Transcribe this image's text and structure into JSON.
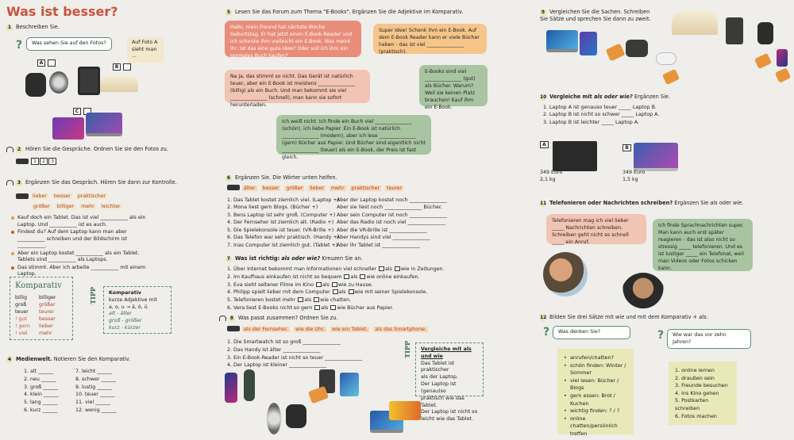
{
  "title": "Was ist besser?",
  "s1": {
    "num": "1",
    "text": "Beschreiben Sie.",
    "bubble_left": "Was sehen Sie auf den Fotos?",
    "bubble_right": "Auf Foto A sieht man ...",
    "labelA": "A",
    "labelB": "B",
    "labelC": "C"
  },
  "s2": {
    "num": "2",
    "text": "Hören Sie die Gespräche. Ordnen Sie sie den Fotos zu.",
    "n1": "1",
    "n2": "2",
    "n3": "3"
  },
  "s3": {
    "num": "3",
    "text": "Ergänzen Sie das Gespräch. Hören Sie dann zur Kontrolle.",
    "words": [
      "lieber",
      "besser",
      "praktischer",
      "größer",
      "billiger",
      "mehr",
      "leichter"
    ],
    "lines": [
      "Kauf doch ein Tablet. Das ist viel ___________ als ein Laptop. Und ___________ ist es auch.",
      "Findest du? Auf dem Laptop kann man aber ___________ schreiben und der Bildschirm ist ___________.",
      "Aber ein Laptop kostet ___________ als ein Tablet. Tablets sind ___________ als Laptops.",
      "Das stimmt. Aber ich arbeite ___________ mit einem Laptop."
    ]
  },
  "komp": {
    "title": "Komparativ",
    "rows": [
      [
        "billig",
        "billiger"
      ],
      [
        "groß",
        "größer"
      ],
      [
        "teuer",
        "teurer"
      ],
      [
        "! gut",
        "besser"
      ],
      [
        "! gern",
        "lieber"
      ],
      [
        "! viel",
        "mehr"
      ]
    ]
  },
  "tipp1": {
    "tag": "TIPP",
    "head": "Komparativ",
    "l1": "kurze Adjektive mit",
    "l2": "a, o, u → ä, ö, ü",
    "l3": "alt - älter",
    "l4": "groß - größer",
    "l5": "kurz - kürzer"
  },
  "s4": {
    "num": "4",
    "head": "Medienwelt.",
    "text": "Notieren Sie den Komparativ.",
    "col1": [
      "1. alt ______",
      "2. neu ______",
      "3. groß ______",
      "4. klein ______",
      "5. lang ______",
      "6. kurz ______"
    ],
    "col2": [
      "7. leicht ______",
      "8. schwer ______",
      "9. lustig ______",
      "10. teuer ______",
      "11. viel ______",
      "12. wenig ______"
    ]
  },
  "s5": {
    "num": "5",
    "text": "Lesen Sie das Forum zum Thema \"E-Books\". Ergänzen Sie die Adjektive im Komparativ.",
    "b1": "Hallo, mein Freund hat nächste Woche Geburtstag. Er hat jetzt einen E-Book-Reader und ich schenke ihm vielleicht ein E-Book. Was meint ihr: Ist das eine gute Idee? Oder soll ich ihm ein normales Buch kaufen?",
    "b2": "Super Idee! Schenk ihm ein E-Book. Auf dem E-Book Reader kann er viele Bücher haben - das ist viel _______________ (praktisch).",
    "b3": "Na ja, das stimmt so nicht. Das Gerät ist natürlich teuer, aber ein E-Book ist meistens _______________ (billig) als ein Buch. Und man bekommt sie viel _______________ (schnell), man kann sie sofort herunterladen.",
    "b4": "E-Books sind viel _______________ (gut) als Bücher. Warum? Weil sie keinen Platz brauchen! Kauf ihm ein E-Book.",
    "b5": "Ich weiß nicht. Ich finde ein Buch viel _______________ (schön), ich liebe Papier. Ein E-Book ist natürlich _______________ (modern), aber ich lese _______________ (gern) Bücher aus Papier. Und Bücher sind eigentlich nicht _______________ (teuer) als ein E-Book, der Preis ist fast gleich."
  },
  "s6": {
    "num": "6",
    "text": "Ergänzen Sie. Die Wörter unten helfen.",
    "words": [
      "älter",
      "besser",
      "größer",
      "lieber",
      "mehr",
      "praktischer",
      "teurer"
    ],
    "left": [
      "1. Das Tablet kostet ziemlich viel. (Laptop +)",
      "2. Mona liest gern Blogs. (Bücher +)",
      "3. Bens Laptop ist sehr groß. (Computer +)",
      "4. Der Fernseher ist ziemlich alt. (Radio +)",
      "5. Die Spielekonsole ist teuer. (VR-Brille +)",
      "6. Das Telefon war sehr praktisch. (Handy +)",
      "7. Inas Computer ist ziemlich gut. (Tablet +)"
    ],
    "right": [
      "Aber der Laptop kostet noch _______________",
      "Aber sie liest noch _______________ Bücher.",
      "Aber sein Computer ist noch _______________",
      "Aber das Radio ist noch viel _______________",
      "Aber die VR-Brille ist _______________",
      "Aber Handys sind viel _______________",
      "Aber ihr Tablet ist _______________"
    ]
  },
  "s7": {
    "num": "7",
    "head": "Was ist richtig:",
    "head_i": "als oder wie?",
    "text": "Kreuzen Sie an.",
    "lines": [
      [
        "1. Über Internet bekommt man Informationen viel schneller",
        "als",
        "wie in Zeitungen."
      ],
      [
        "2. Im Kaufhaus einkaufen ist nicht so bequem",
        "als",
        "wie online einkaufen."
      ],
      [
        "3. Eva sieht seltener Filme im Kino",
        "als",
        "wie zu Hause."
      ],
      [
        "4. Philipp spielt lieber mit dem Computer",
        "als",
        "wie mit seiner Spielekonsole."
      ],
      [
        "5. Telefonieren kostet mehr",
        "als",
        "wie chatten."
      ],
      [
        "6. Vera liest E-Books nicht so gern",
        "als",
        "wie Bücher aus Papier."
      ]
    ]
  },
  "s8": {
    "num": "8",
    "text": "Was passt zusammen? Ordnen Sie zu.",
    "words": [
      "als der Fernseher.",
      "wie die Uhr.",
      "wie ein Tablet.",
      "als das Smartphone."
    ],
    "lines": [
      "1. Die Smartwatch ist so groß _______________",
      "2. Das Handy ist älter _______________",
      "3. Ein E-Book-Reader ist nicht so teuer _______________",
      "4. Der Laptop ist kleiner _______________"
    ]
  },
  "tipp2": {
    "tag": "TIPP",
    "l1": "Vergleiche mit als und wie",
    "l2": "Das Tablet ist praktischer",
    "l3": "als der Laptop.",
    "l4": "Der Laptop ist (genau)so",
    "l5": "praktisch wie das Tablet.",
    "l6": "Der Laptop ist nicht so",
    "l7": "leicht wie das Tablet."
  },
  "s9": {
    "num": "9",
    "text": "Vergleichen Sie die Sachen. Schreiben Sie Sätze und sprechen Sie dann zu zweit."
  },
  "s10": {
    "num": "10",
    "head": "Vergleiche mit",
    "head_i": "als oder wie?",
    "text": "Ergänzen Sie.",
    "lines": [
      "1. Laptop A ist genauso teuer _____ Laptop B.",
      "2. Laptop B ist nicht so schwer _____ Laptop A.",
      "3. Laptop B ist leichter _____ Laptop A."
    ],
    "A": "A",
    "B": "B",
    "pa": "349 Euro",
    "wa": "2,1 kg",
    "pb": "349 Euro",
    "wb": "1,5 kg"
  },
  "s11": {
    "num": "11",
    "head": "Telefonieren oder Nachrichten schreiben?",
    "text": "Ergänzen Sie",
    "text_i": "als",
    "text2": "oder",
    "text_i2": "wie.",
    "b1": "Telefonieren mag ich viel lieber _____ Nachrichten schreiben. Schreiben geht nicht so schnell _____ ein Anruf.",
    "b2": "Ich finde Sprachnachrichten super. Man kann auch erst später reagieren - das ist also nicht so stressig _____ telefonieren. Und es ist lustiger _____ ein Telefonat, weil man Videos oder Fotos schicken kann."
  },
  "s12": {
    "num": "12",
    "text": "Bilden Sie drei Sätze mit",
    "text_i": "wie",
    "text2": "und mit dem Komparativ +",
    "text_i2": "als.",
    "q1": "Was denken Sie?",
    "q2": "Wie war das vor zehn Jahren?",
    "list1": [
      "anrufen/chatten?",
      "schön finden: Winter / Sommer",
      "viel lesen: Bücher / Blogs",
      "gern essen: Brot / Kuchen",
      "wichtig finden: ? / ?",
      "online chatten/persönlich treffen"
    ],
    "list2": [
      "1. online lernen",
      "2. draußen sein",
      "3. Freunde besuchen",
      "4. ins Kino gehen",
      "5. Postkarten schreiben",
      "6. Fotos machen"
    ]
  },
  "colors": {
    "accent": "#c9533e",
    "bubble_red": "#e98d7a",
    "bubble_orange": "#f6c58a",
    "bubble_green": "#a9c4a0",
    "sticky": "#e9e8b8"
  }
}
